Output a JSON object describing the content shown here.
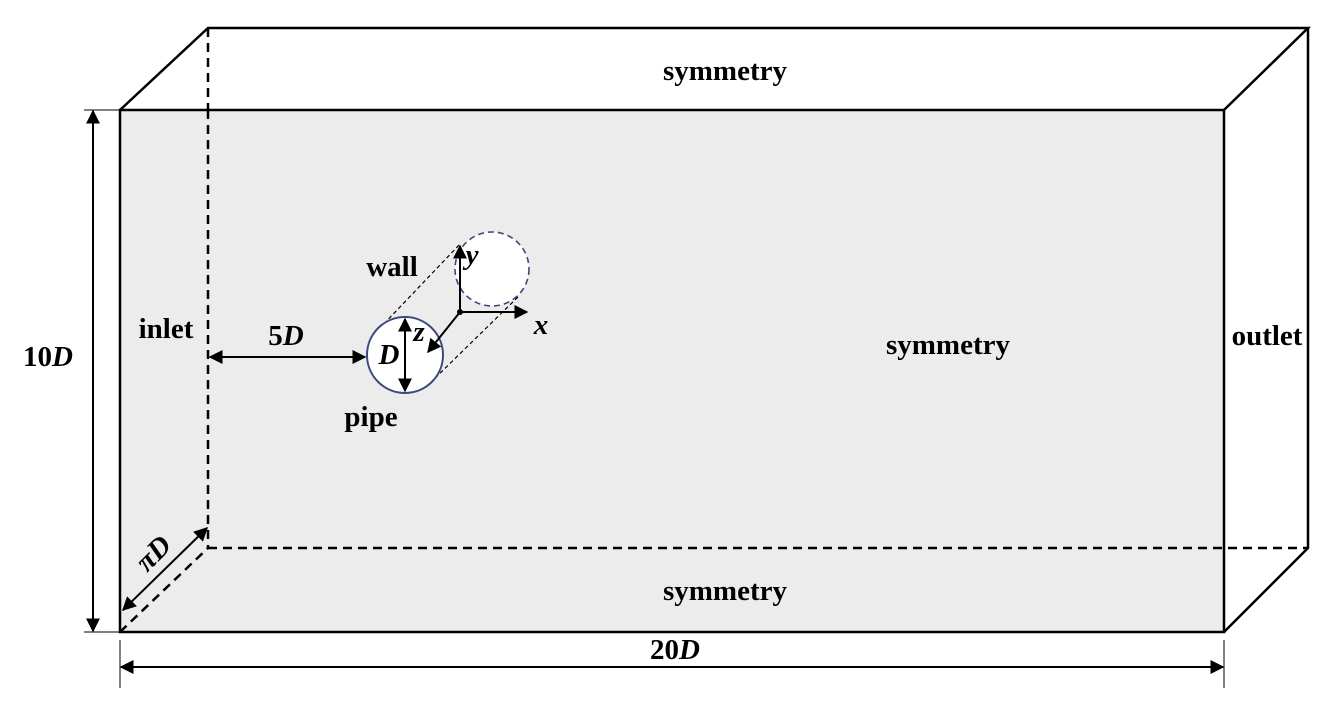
{
  "labels": {
    "symmetry_top": "symmetry",
    "symmetry_center": "symmetry",
    "symmetry_bottom": "symmetry",
    "inlet": "inlet",
    "outlet": "outlet",
    "wall": "wall",
    "pipe": "pipe"
  },
  "dimensions": {
    "height": {
      "num": "10",
      "var": "D"
    },
    "width": {
      "num": "20",
      "var": "D"
    },
    "upstream": {
      "num": "5",
      "var": "D"
    },
    "depth": {
      "num": "π",
      "var": "D"
    },
    "diameter": {
      "var": "D"
    }
  },
  "axes": {
    "x": "x",
    "y": "y",
    "z": "z"
  },
  "colors": {
    "domain_fill": "#ececec",
    "pipe_outline": "#3a4a7a",
    "line": "#000000"
  }
}
